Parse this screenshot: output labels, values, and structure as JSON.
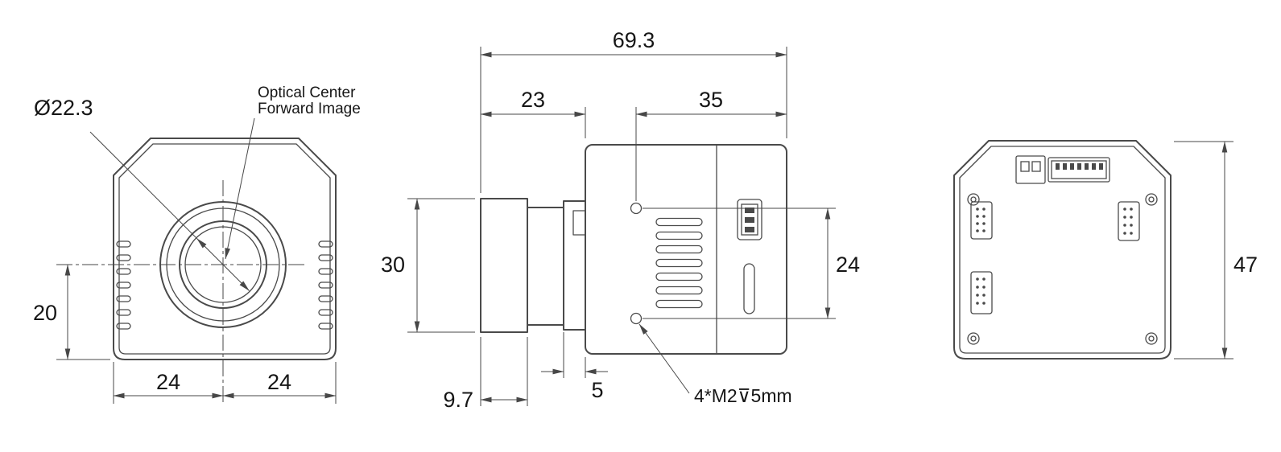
{
  "drawing": {
    "style": {
      "ink_color": "#4a4a4a",
      "text_color": "#161616",
      "background": "#ffffff"
    },
    "front_view": {
      "lens_diameter": "Ø22.3",
      "optical_center_line1": "Optical Center",
      "optical_center_line2": "Forward Image",
      "center_to_bottom": "20",
      "bottom_left": "24",
      "bottom_right": "24"
    },
    "side_view": {
      "overall_length": "69.3",
      "lens_length": "23",
      "rear_length": "35",
      "lens_height": "30",
      "front_cap_length": "9.7",
      "flange_length": "5",
      "screw_spacing": "24",
      "screw_note": "4*M2⊽5mm"
    },
    "rear_view": {
      "body_height": "47"
    }
  }
}
